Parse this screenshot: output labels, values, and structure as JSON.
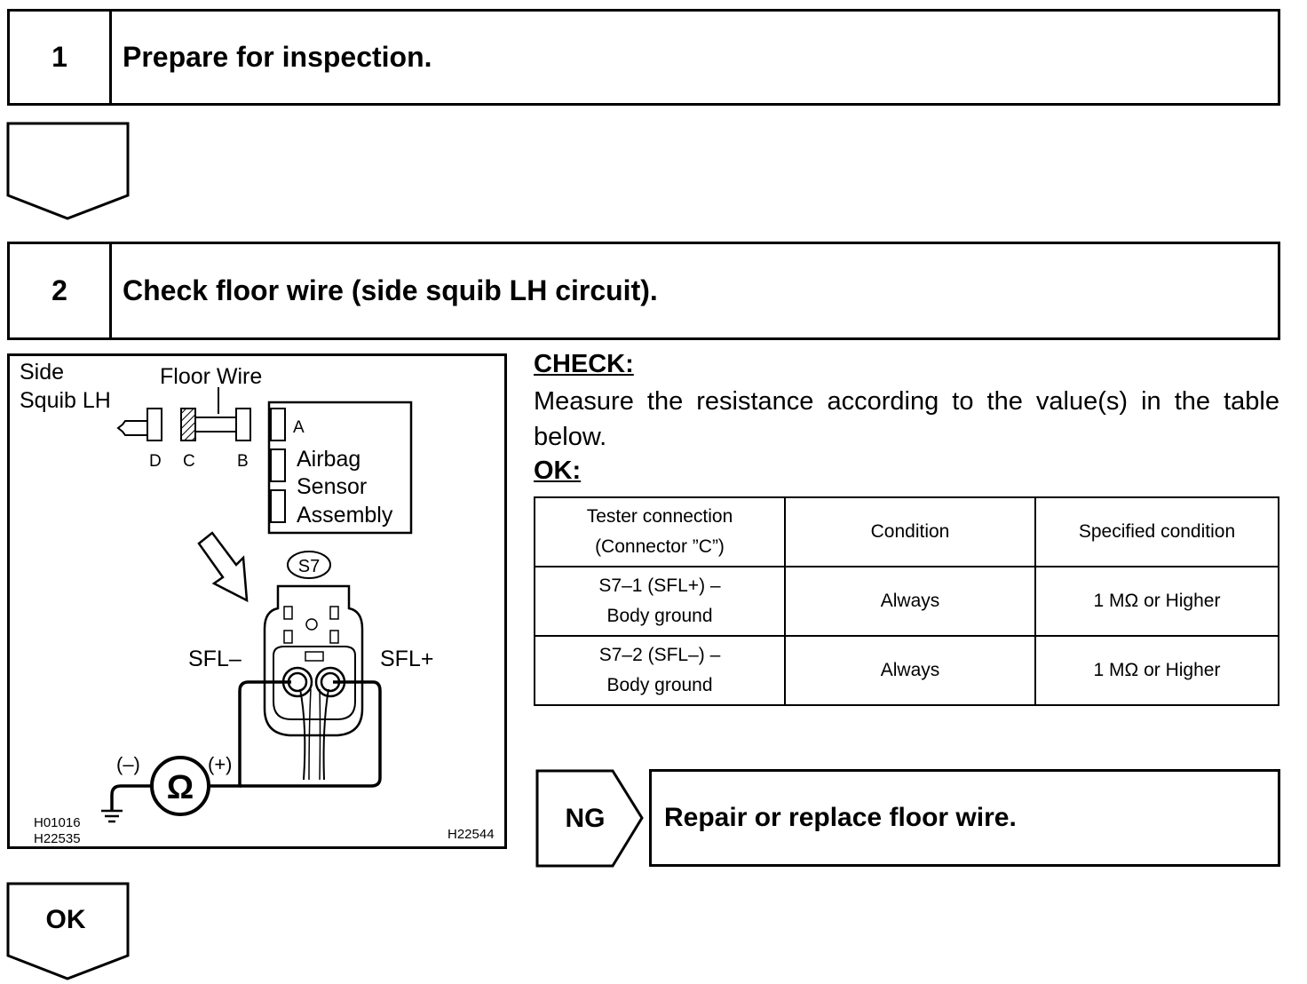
{
  "step1": {
    "number": "1",
    "title": "Prepare for inspection."
  },
  "step2": {
    "number": "2",
    "title": "Check floor wire (side squib LH circuit)."
  },
  "diagram": {
    "side_squib_line1": "Side",
    "side_squib_line2": "Squib LH",
    "floor_wire": "Floor Wire",
    "conn_d": "D",
    "conn_c": "C",
    "conn_b": "B",
    "conn_a": "A",
    "airbag_line1": "Airbag",
    "airbag_line2": "Sensor",
    "airbag_line3": "Assembly",
    "connector_id": "S7",
    "sfl_minus": "SFL–",
    "sfl_plus": "SFL+",
    "probe_minus": "(–)",
    "probe_plus": "(+)",
    "ohm_symbol": "Ω",
    "ref1": "H01016",
    "ref2": "H22535",
    "ref3": "H22544"
  },
  "check": {
    "heading": "CHECK:",
    "instruction": "Measure the resistance according to the value(s) in the table below.",
    "ok_heading": "OK:"
  },
  "table": {
    "headers": [
      "Tester connection (Connector ”C”)",
      "Condition",
      "Specified condition"
    ],
    "header_line1": "Tester connection",
    "header_line2": "(Connector ”C”)",
    "rows": [
      {
        "conn_line1": "S7–1 (SFL+) –",
        "conn_line2": "Body ground",
        "condition": "Always",
        "spec": "1 MΩ or Higher"
      },
      {
        "conn_line1": "S7–2 (SFL–) –",
        "conn_line2": "Body ground",
        "condition": "Always",
        "spec": "1 MΩ or Higher"
      }
    ]
  },
  "ng": {
    "label": "NG",
    "action": "Repair or replace floor wire."
  },
  "ok": {
    "label": "OK"
  }
}
